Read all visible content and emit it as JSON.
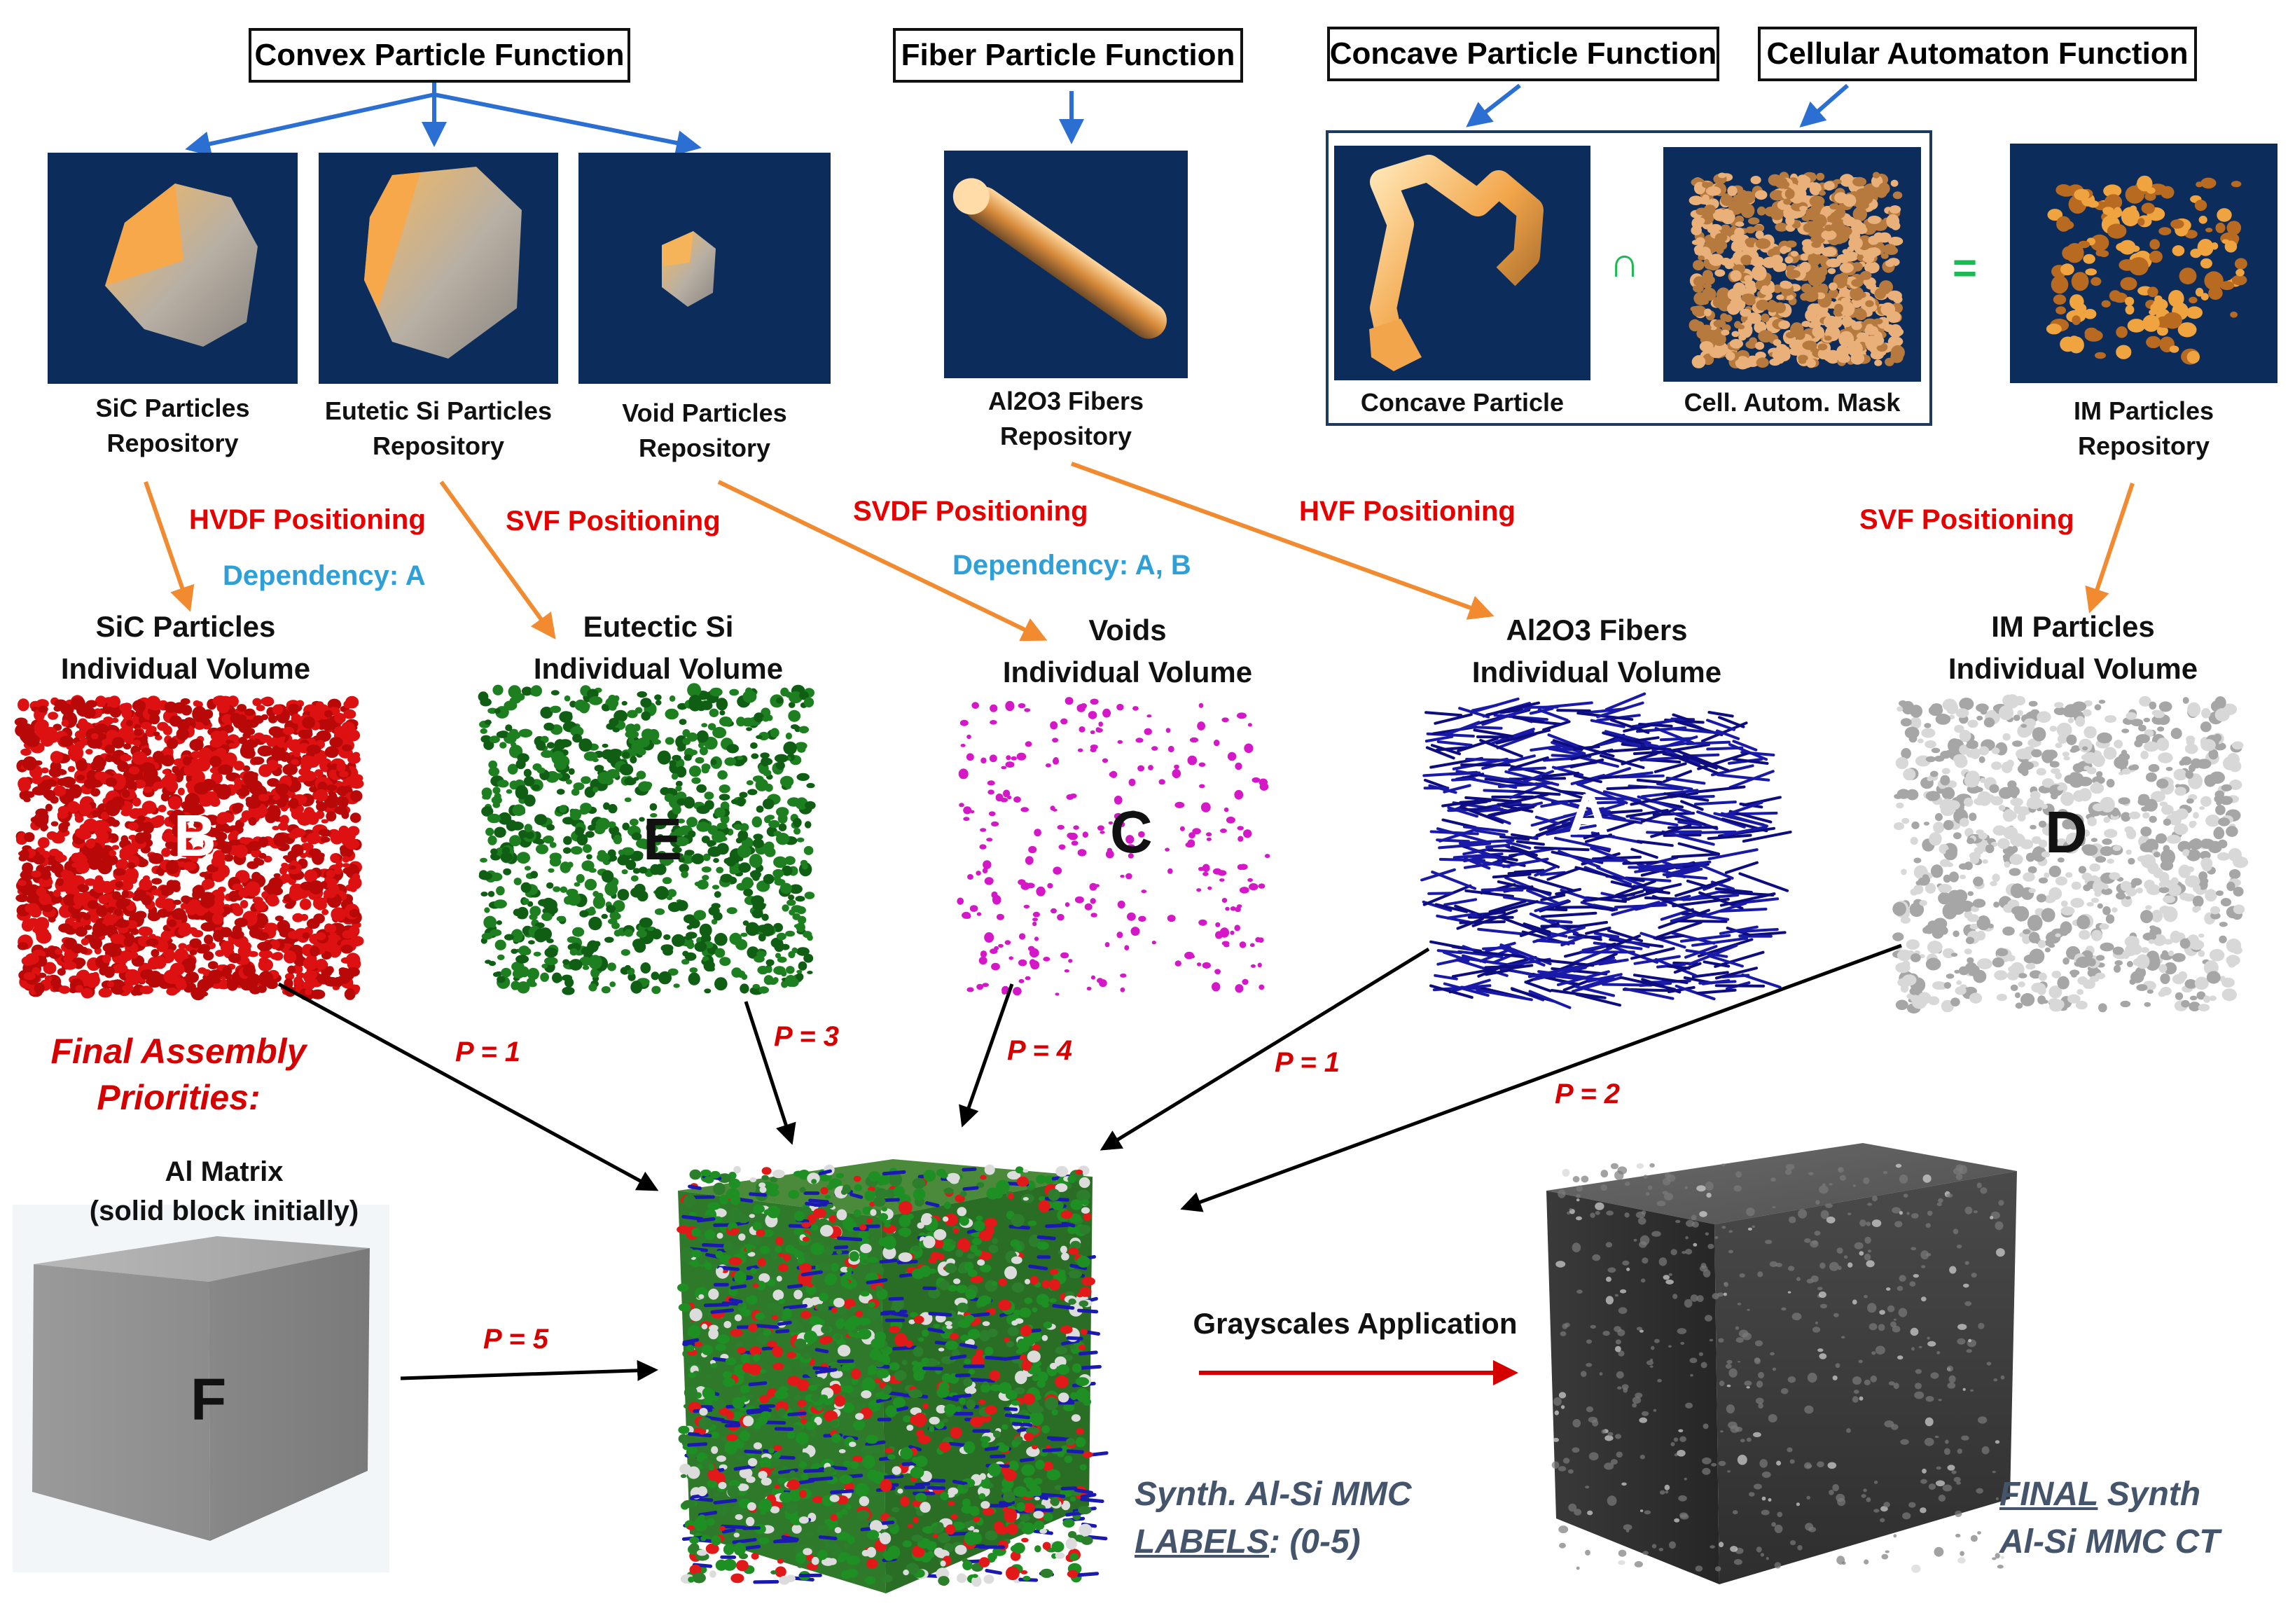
{
  "functions": {
    "convex": "Convex Particle Function",
    "fiber": "Fiber Particle Function",
    "concave": "Concave Particle Function",
    "cellular": "Cellular Automaton Function"
  },
  "repositories": {
    "sic": [
      "SiC Particles",
      "Repository"
    ],
    "eutectic": [
      "Eutetic Si Particles",
      "Repository"
    ],
    "void": [
      "Void Particles",
      "Repository"
    ],
    "fibers": [
      "Al2O3 Fibers",
      "Repository"
    ],
    "concave": "Concave Particle",
    "cell_mask": "Cell. Autom. Mask",
    "im": [
      "IM Particles",
      "Repository"
    ]
  },
  "operators": {
    "intersection": "∩",
    "equals": "="
  },
  "positioning": {
    "hvdf": "HVDF Positioning",
    "svf1": "SVF Positioning",
    "svdf": "SVDF Positioning",
    "hvf": "HVF Positioning",
    "svf2": "SVF Positioning",
    "dep_a": "Dependency: A",
    "dep_ab": "Dependency: A, B"
  },
  "volumes": {
    "sic": {
      "title": [
        "SiC Particles",
        "Individual Volume"
      ],
      "letter": "B",
      "color": "#dd1111"
    },
    "eutectic": {
      "title": [
        "Eutectic Si",
        "Individual Volume"
      ],
      "letter": "E",
      "color": "#1d7f20"
    },
    "voids": {
      "title": [
        "Voids",
        "Individual Volume"
      ],
      "letter": "C",
      "color": "#d418c8"
    },
    "fibers": {
      "title": [
        "Al2O3 Fibers",
        "Individual Volume"
      ],
      "letter": "A",
      "color": "#1a1aa8"
    },
    "im": {
      "title": [
        "IM Particles",
        "Individual Volume"
      ],
      "letter": "D",
      "color": "#9a9a9a"
    }
  },
  "assembly": {
    "title": [
      "Final Assembly",
      "Priorities:"
    ],
    "matrix_title": [
      "Al Matrix",
      "(solid block initially)"
    ],
    "matrix_letter": "F",
    "priorities": {
      "sic": "P = 1",
      "eutectic": "P = 3",
      "voids": "P = 4",
      "fibers": "P = 1",
      "im": "P = 2",
      "matrix": "P = 5"
    }
  },
  "grayscale_label": "Grayscales Application",
  "synth_labels": {
    "line1": "Synth. Al-Si MMC",
    "line2_u": "LABELS",
    "line2_rest": ": (0-5)"
  },
  "final_ct": {
    "line1_u": "FINAL",
    "line1_rest": " Synth",
    "line2": "Al-Si MMC CT"
  }
}
